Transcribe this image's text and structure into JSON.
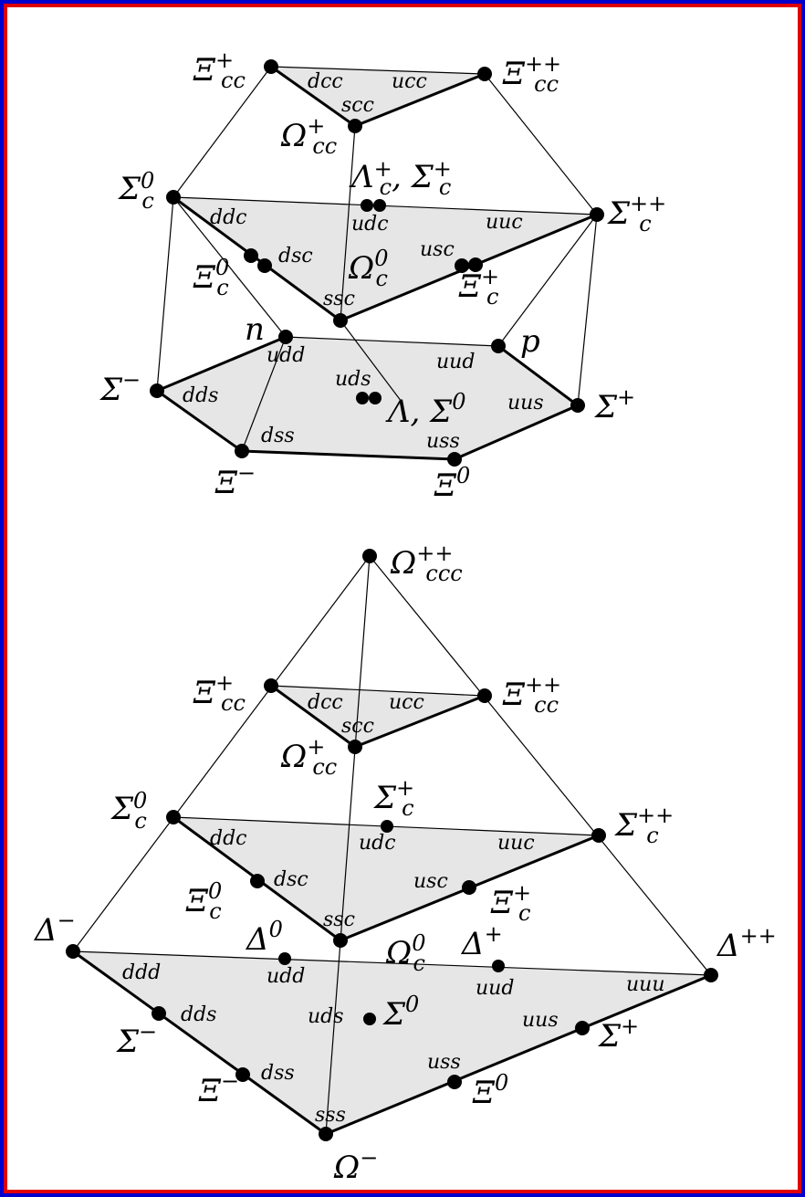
{
  "colors": {
    "frame_outer": "#0000cc",
    "frame_inner": "#e00000",
    "face_fill": "#e6e6e6",
    "line": "#000000",
    "background": "#ffffff"
  },
  "top": {
    "nodes": [
      {
        "id": "xcc_p",
        "q": "dcc",
        "lab": "Ξ",
        "sub": "cc",
        "sup": "+"
      },
      {
        "id": "xcc_pp",
        "q": "ucc",
        "lab": "Ξ",
        "sub": "cc",
        "sup": "++"
      },
      {
        "id": "occ",
        "q": "scc",
        "lab": "Ω",
        "sub": "cc",
        "sup": "+"
      },
      {
        "id": "sc0",
        "q": "ddc",
        "lab": "Σ",
        "sub": "c",
        "sup": "0"
      },
      {
        "id": "scpp",
        "q": "uuc",
        "lab": "Σ",
        "sub": "c",
        "sup": "++"
      },
      {
        "id": "lsc",
        "q": "udc",
        "lab": "Λ",
        "sub": "c",
        "sup": "+",
        "extra": ", Σ",
        "extra_sub": "c",
        "extra_sup": "+"
      },
      {
        "id": "xc0",
        "q": "dsc",
        "lab": "Ξ",
        "sub": "c",
        "sup": "0"
      },
      {
        "id": "xcp",
        "q": "usc",
        "lab": "Ξ",
        "sub": "c",
        "sup": "+"
      },
      {
        "id": "oc0",
        "q": "ssc",
        "lab": "Ω",
        "sub": "c",
        "sup": "0"
      },
      {
        "id": "n",
        "q": "udd",
        "lab": "n",
        "sub": "",
        "sup": ""
      },
      {
        "id": "p",
        "q": "uud",
        "lab": "p",
        "sub": "",
        "sup": ""
      },
      {
        "id": "sm",
        "q": "dds",
        "lab": "Σ",
        "sub": "",
        "sup": "−"
      },
      {
        "id": "sp",
        "q": "uus",
        "lab": "Σ",
        "sub": "",
        "sup": "+"
      },
      {
        "id": "ls0",
        "q": "uds",
        "lab": "Λ, Σ",
        "sub": "",
        "sup": "0"
      },
      {
        "id": "xm",
        "q": "dss",
        "lab": "Ξ",
        "sub": "",
        "sup": "−"
      },
      {
        "id": "x0",
        "q": "uss",
        "lab": "Ξ",
        "sub": "",
        "sup": "0"
      }
    ]
  },
  "bottom": {
    "nodes": [
      {
        "id": "occc",
        "q": "",
        "lab": "Ω",
        "sub": "ccc",
        "sup": "++"
      },
      {
        "id": "xcc_p",
        "q": "dcc",
        "lab": "Ξ",
        "sub": "cc",
        "sup": "+"
      },
      {
        "id": "xcc_pp",
        "q": "ucc",
        "lab": "Ξ",
        "sub": "cc",
        "sup": "++"
      },
      {
        "id": "occ",
        "q": "scc",
        "lab": "Ω",
        "sub": "cc",
        "sup": "+"
      },
      {
        "id": "sc0",
        "q": "ddc",
        "lab": "Σ",
        "sub": "c",
        "sup": "0"
      },
      {
        "id": "scp",
        "q": "udc",
        "lab": "Σ",
        "sub": "c",
        "sup": "+"
      },
      {
        "id": "scpp",
        "q": "uuc",
        "lab": "Σ",
        "sub": "c",
        "sup": "++"
      },
      {
        "id": "xc0",
        "q": "dsc",
        "lab": "Ξ",
        "sub": "c",
        "sup": "0"
      },
      {
        "id": "xcp",
        "q": "usc",
        "lab": "Ξ",
        "sub": "c",
        "sup": "+"
      },
      {
        "id": "oc0",
        "q": "ssc",
        "lab": "Ω",
        "sub": "c",
        "sup": "0"
      },
      {
        "id": "dm",
        "q": "ddd",
        "lab": "Δ",
        "sub": "",
        "sup": "−"
      },
      {
        "id": "d0",
        "q": "udd",
        "lab": "Δ",
        "sub": "",
        "sup": "0"
      },
      {
        "id": "dp",
        "q": "uud",
        "lab": "Δ",
        "sub": "",
        "sup": "+"
      },
      {
        "id": "dpp",
        "q": "uuu",
        "lab": "Δ",
        "sub": "",
        "sup": "++"
      },
      {
        "id": "sm",
        "q": "dds",
        "lab": "Σ",
        "sub": "",
        "sup": "−"
      },
      {
        "id": "s0",
        "q": "uds",
        "lab": "Σ",
        "sub": "",
        "sup": "0"
      },
      {
        "id": "sp",
        "q": "uus",
        "lab": "Σ",
        "sub": "",
        "sup": "+"
      },
      {
        "id": "xm",
        "q": "dss",
        "lab": "Ξ",
        "sub": "",
        "sup": "−"
      },
      {
        "id": "x0",
        "q": "uss",
        "lab": "Ξ",
        "sub": "",
        "sup": "0"
      },
      {
        "id": "om",
        "q": "sss",
        "lab": "Ω",
        "sub": "",
        "sup": "−"
      }
    ]
  }
}
